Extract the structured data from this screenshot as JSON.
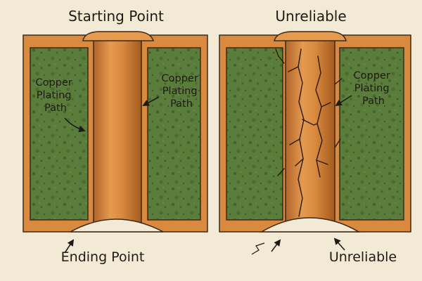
{
  "diagram": {
    "colors": {
      "background": "#f3ead6",
      "laminate": "#5b7d3c",
      "laminate_spots": "#45642c",
      "copper": "#d98a3e",
      "copper_dark": "#a45a1f",
      "outline": "#3b2a18"
    },
    "left_panel": {
      "title": "Starting Point",
      "label_left": [
        "Copper",
        "Plating",
        "Path"
      ],
      "label_right": [
        "Copper",
        "Plating",
        "Path"
      ],
      "bottom_label": "Ending Point"
    },
    "right_panel": {
      "title": "Unreliable",
      "label_right": [
        "Copper",
        "Plating",
        "Path"
      ],
      "bottom_label": "Unreliable"
    }
  }
}
